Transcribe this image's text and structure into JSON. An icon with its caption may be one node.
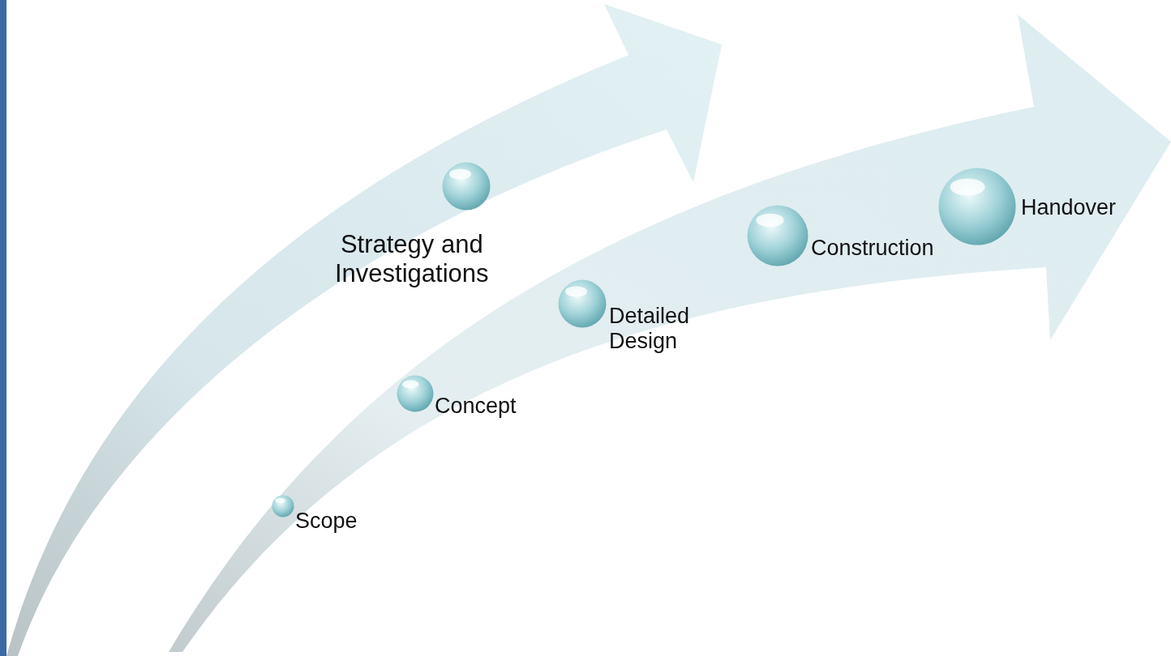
{
  "diagram": {
    "nodes": [
      {
        "text": [
          "Strategy and Investigations"
        ]
      },
      {
        "text": [
          "Scope"
        ]
      },
      {
        "text": [
          "Concept"
        ]
      },
      {
        "text": [
          "Detailed Design"
        ]
      },
      {
        "text": [
          "Construction"
        ]
      },
      {
        "text": [
          "Handover"
        ]
      }
    ]
  }
}
